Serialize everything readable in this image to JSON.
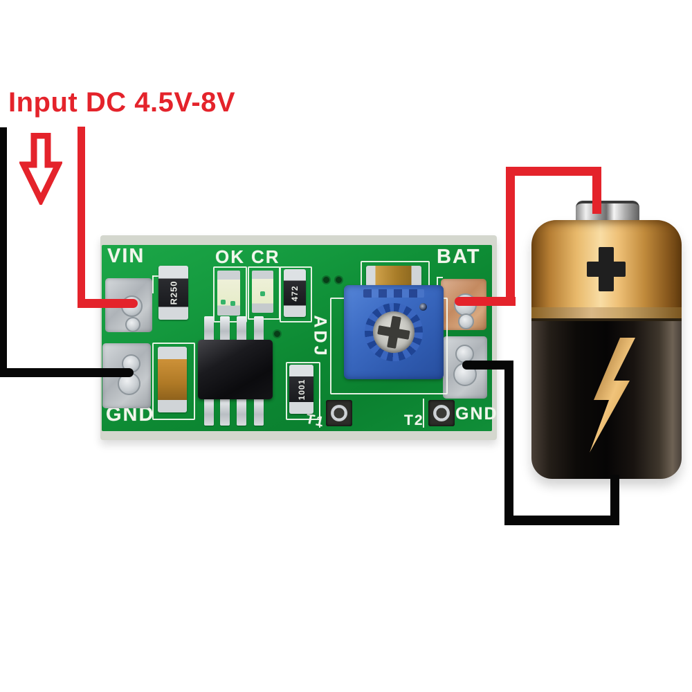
{
  "annotation": {
    "input_label": "Input DC 4.5V-8V"
  },
  "pcb": {
    "silkscreen": {
      "vin": "VIN",
      "ok": "OK",
      "cr": "CR",
      "bat": "BAT",
      "adj": "ADJ",
      "gnd_left": "GND",
      "t1": "T1",
      "t2": "T2",
      "gnd_right": "GND"
    },
    "component_markings": {
      "r250": "R250",
      "r472": "472",
      "r1001": "1001"
    }
  },
  "colors": {
    "annotation_red": "#e4232b",
    "wire_black": "#070707",
    "pcb_green": "#12953c",
    "pot_blue": "#3a66bf",
    "battery_gold": "#e9b768",
    "pad_silver": "#bcc1c5",
    "pad_copper": "#c98f68"
  }
}
